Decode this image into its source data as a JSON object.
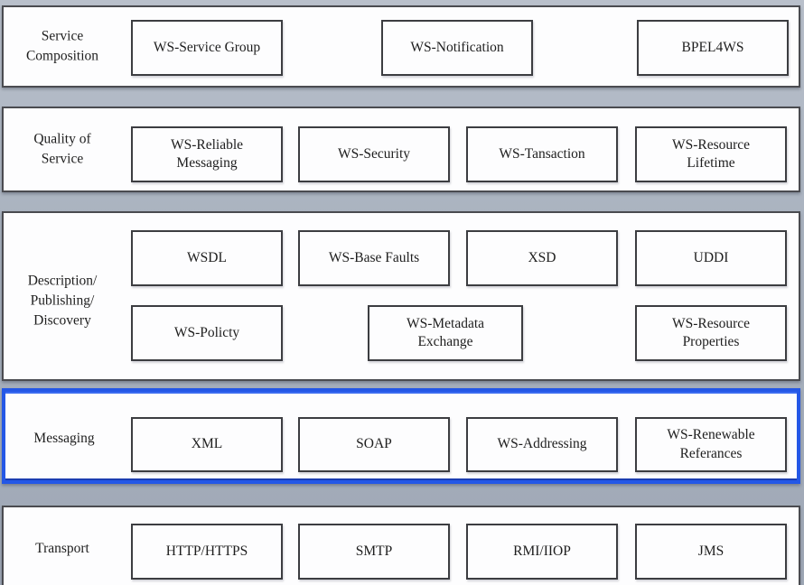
{
  "diagram": {
    "kind": "web-services-protocol-stack",
    "highlighted_layer": "Messaging",
    "colors": {
      "highlight_border": "#2457e6",
      "panel_background": "#fdfdfe",
      "panel_border": "#4a4b50",
      "page_background": "#a9b2bf",
      "text": "#1e1e1e"
    }
  },
  "layers": [
    {
      "label": "Service\nComposition",
      "boxes": [
        {
          "label": "WS-Service Group"
        },
        {
          "label": "WS-Notification"
        },
        {
          "label": "BPEL4WS"
        }
      ]
    },
    {
      "label": "Quality of\nService",
      "boxes": [
        {
          "label": "WS-Reliable\nMessaging"
        },
        {
          "label": "WS-Security"
        },
        {
          "label": "WS-Tansaction"
        },
        {
          "label": "WS-Resource\nLifetime"
        }
      ]
    },
    {
      "label": "Description/\nPublishing/\nDiscovery",
      "boxes": [
        {
          "label": "WSDL"
        },
        {
          "label": "WS-Base Faults"
        },
        {
          "label": "XSD"
        },
        {
          "label": "UDDI"
        },
        {
          "label": "WS-Policty"
        },
        {
          "label": "WS-Metadata\nExchange"
        },
        {
          "label": "WS-Resource\nProperties"
        }
      ]
    },
    {
      "label": "Messaging",
      "highlighted": true,
      "boxes": [
        {
          "label": "XML"
        },
        {
          "label": "SOAP"
        },
        {
          "label": "WS-Addressing"
        },
        {
          "label": "WS-Renewable\nReferances"
        }
      ]
    },
    {
      "label": "Transport",
      "boxes": [
        {
          "label": "HTTP/HTTPS"
        },
        {
          "label": "SMTP"
        },
        {
          "label": "RMI/IIOP"
        },
        {
          "label": "JMS"
        }
      ]
    }
  ]
}
